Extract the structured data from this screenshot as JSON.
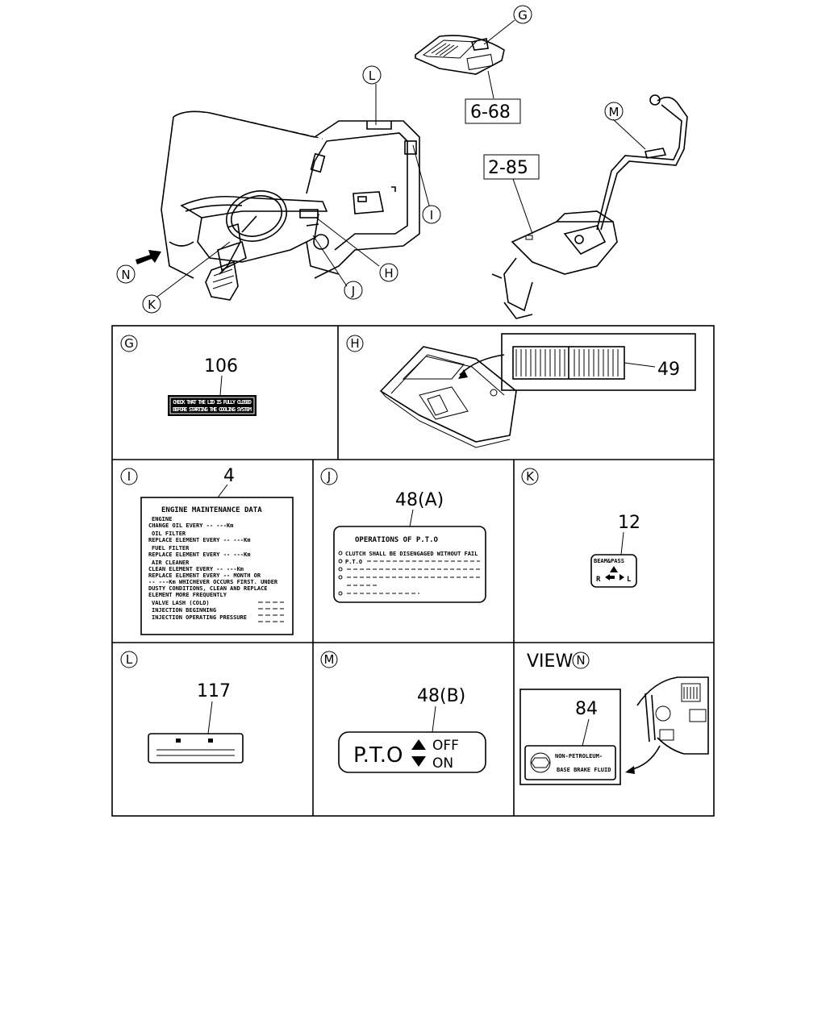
{
  "callouts": {
    "G": "G",
    "H": "H",
    "I": "I",
    "J": "J",
    "K": "K",
    "L": "L",
    "M": "M",
    "N": "N"
  },
  "refs": {
    "ref_6_68": "6-68",
    "ref_2_85": "2-85"
  },
  "panels": {
    "G": {
      "part_no": "106",
      "decal_line1": "CHECK THAT THE LID IS FULLY CLOSED",
      "decal_line2": "BEFORE STARTING THE COOLING SYSTEM"
    },
    "H": {
      "part_no": "49"
    },
    "I": {
      "part_no": "4",
      "title": "ENGINE MAINTENANCE DATA",
      "lines": [
        "ENGINE",
        "CHANGE OIL EVERY -- ---Km",
        "OIL FILTER",
        "REPLACE ELEMENT EVERY -- ---Km",
        "FUEL FILTER",
        "REPLACE ELEMENT EVERY -- ---Km",
        "AIR CLEANER",
        "CLEAN ELEMENT EVERY -- ---Km",
        "REPLACE ELEMENT EVERY -- MONTH OR",
        "-- ---Km WHICHEVER OCCURS FIRST. UNDER",
        "DUSTY CONDITIONS, CLEAN AND REPLACE",
        "ELEMENT MORE FREQUENTLY",
        "VALVE LASH (COLD)",
        "INJECTION BEGINNING",
        "INJECTION OPERATING PRESSURE"
      ]
    },
    "J": {
      "part_no": "48(A)",
      "title": "OPERATIONS OF P.T.O",
      "line1": "CLUTCH SHALL BE DISENGAGED WITHOUT FAIL",
      "line2": "P.T.O"
    },
    "K": {
      "part_no": "12",
      "top": "BEAM&PASS",
      "left": "R",
      "right": "L"
    },
    "L": {
      "part_no": "117"
    },
    "M": {
      "part_no": "48(B)",
      "pto": "P.T.O",
      "off": "OFF",
      "on": "ON"
    },
    "N": {
      "view_label": "VIEW",
      "part_no": "84",
      "text1": "NON-PETROLEUM-",
      "text2": "BASE BRAKE FLUID"
    }
  }
}
